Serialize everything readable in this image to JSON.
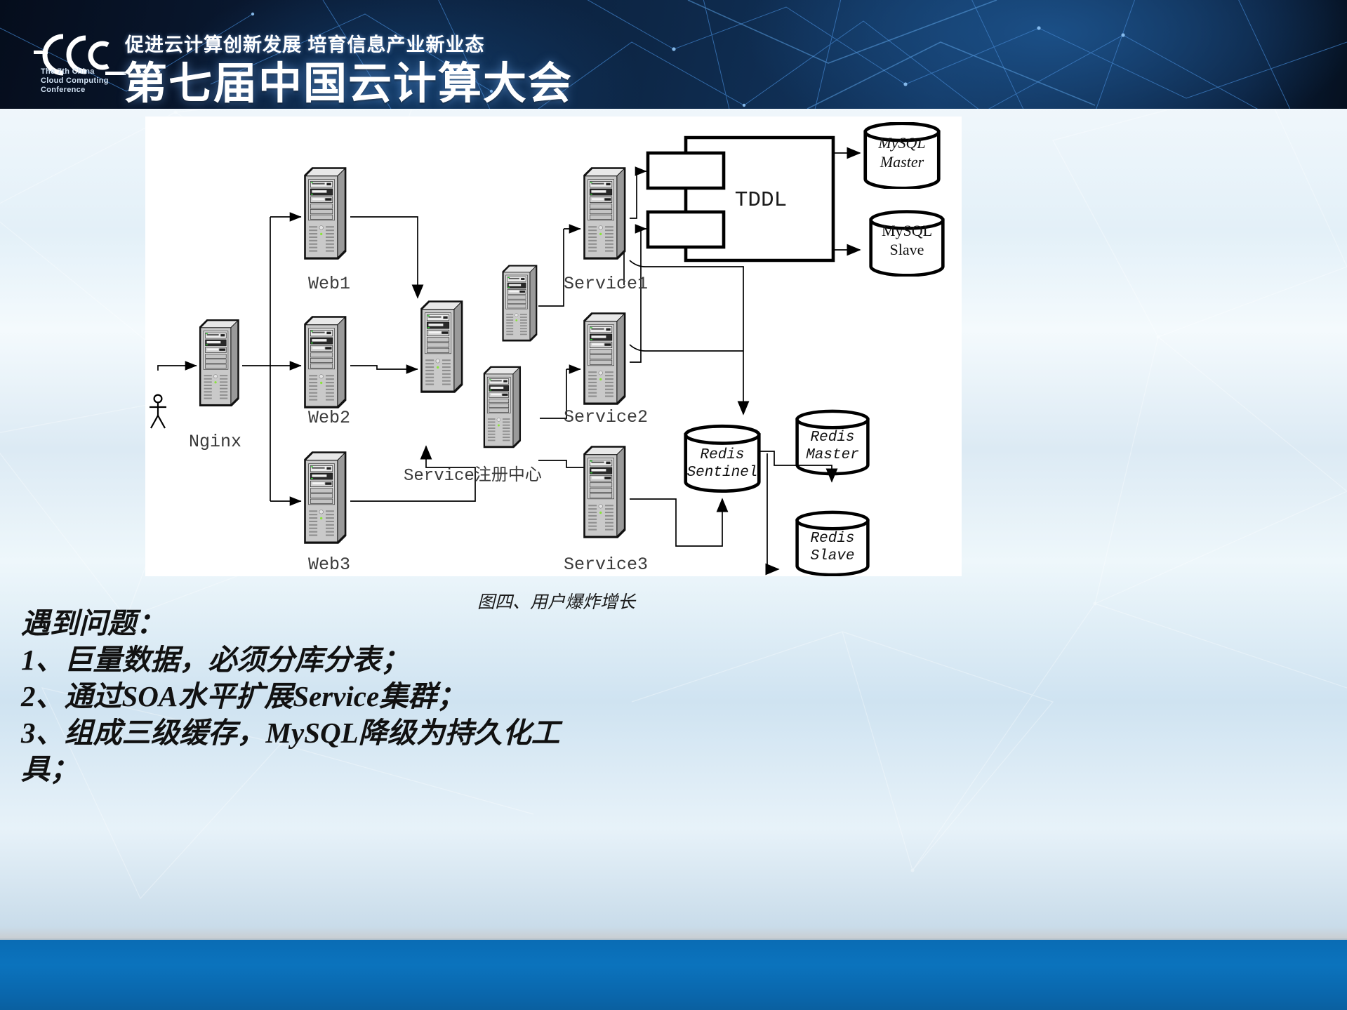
{
  "banner": {
    "logo_text": "CCCc",
    "logo_sub_lines": [
      "The 7th China",
      "Cloud Computing",
      "Conference"
    ],
    "subtitle": "促进云计算创新发展  培育信息产业新业态",
    "title": "第七届中国云计算大会"
  },
  "figure": {
    "caption": "图四、用户爆炸增长",
    "nodes": {
      "actor": "",
      "nginx": "Nginx",
      "web1": "Web1",
      "web2": "Web2",
      "web3": "Web3",
      "registry": "Service注册中心",
      "service1": "Service1",
      "service2": "Service2",
      "service3": "Service3",
      "tddl": "TDDL",
      "mysql_master": "MySQL\nMaster",
      "mysql_master_l1": "MySQL",
      "mysql_master_l2": "Master",
      "mysql_slave_l1": "MySQL",
      "mysql_slave_l2": "Slave",
      "redis_sentinel_l1": "Redis",
      "redis_sentinel_l2": "Sentinel",
      "redis_master_l1": "Redis",
      "redis_master_l2": "Master",
      "redis_slave_l1": "Redis",
      "redis_slave_l2": "Slave"
    }
  },
  "body": {
    "heading": "遇到问题：",
    "items": [
      "1、巨量数据，必须分库分表；",
      "2、通过SOA水平扩展Service集群；",
      "3、组成三级缓存，MySQL降级为持久化工",
      "具；"
    ]
  },
  "colors": {
    "banner_dark": "#0a1a33",
    "bottom_bar": "#0b73bd",
    "panel_bg": "#ffffff",
    "stroke": "#000000"
  }
}
